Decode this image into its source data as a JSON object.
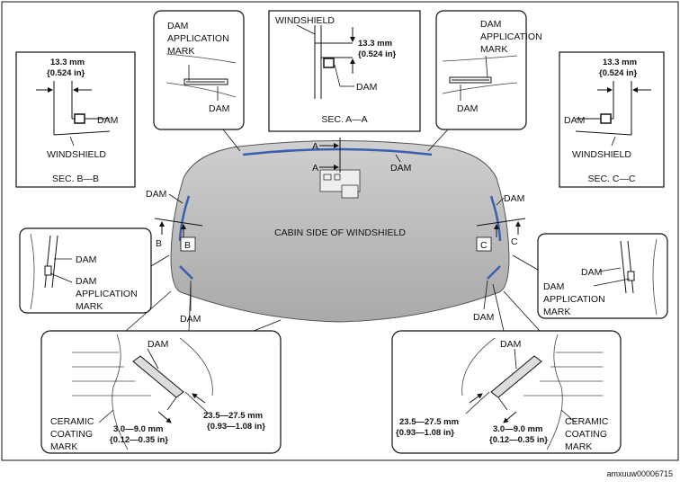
{
  "main_label": "CABIN SIDE OF WINDSHIELD",
  "footer_id": "amxuuw00006715",
  "colors": {
    "glass": "#b8b8b8",
    "dam": "#3a5fb0",
    "line": "#111111",
    "frame": "#ffffff"
  },
  "section_aa": {
    "windshield": "WINDSHIELD",
    "dim_mm": "13.3 mm",
    "dim_in": "{0.524 in}",
    "dam": "DAM",
    "caption": "SEC. A—A"
  },
  "section_bb": {
    "dim_mm": "13.3 mm",
    "dim_in": "{0.524 in}",
    "dam": "DAM",
    "windshield": "WINDSHIELD",
    "caption": "SEC. B—B"
  },
  "section_cc": {
    "dim_mm": "13.3 mm",
    "dim_in": "{0.524 in}",
    "dam": "DAM",
    "windshield": "WINDSHIELD",
    "caption": "SEC. C—C"
  },
  "detail_top_left": {
    "line1": "DAM",
    "line2": "APPLICATION",
    "line3": "MARK",
    "dam": "DAM"
  },
  "detail_top_right": {
    "line1": "DAM",
    "line2": "APPLICATION",
    "line3": "MARK",
    "dam": "DAM"
  },
  "detail_mid_left": {
    "dam": "DAM",
    "line1": "DAM",
    "line2": "APPLICATION",
    "line3": "MARK"
  },
  "detail_mid_right": {
    "dam": "DAM",
    "line1": "DAM",
    "line2": "APPLICATION",
    "line3": "MARK"
  },
  "detail_bottom_left": {
    "dam": "DAM",
    "dim1_mm": "23.5—27.5 mm",
    "dim1_in": "{0.93—1.08 in}",
    "dim2_mm": "3.0—9.0 mm",
    "dim2_in": "{0.12—0.35 in}",
    "ceramic1": "CERAMIC",
    "ceramic2": "COATING",
    "ceramic3": "MARK"
  },
  "detail_bottom_right": {
    "dam": "DAM",
    "dim1_mm": "23.5—27.5 mm",
    "dim1_in": "{0.93—1.08 in}",
    "dim2_mm": "3.0—9.0 mm",
    "dim2_in": "{0.12—0.35 in}",
    "ceramic1": "CERAMIC",
    "ceramic2": "COATING",
    "ceramic3": "MARK"
  },
  "windshield_labels": {
    "dam_top": "DAM",
    "dam_left": "DAM",
    "dam_right": "DAM",
    "dam_bottom_left": "DAM",
    "dam_bottom_right": "DAM",
    "sec_a1": "A",
    "sec_a2": "A",
    "sec_b1": "B",
    "sec_b2": "B",
    "sec_c1": "C",
    "sec_c2": "C"
  }
}
